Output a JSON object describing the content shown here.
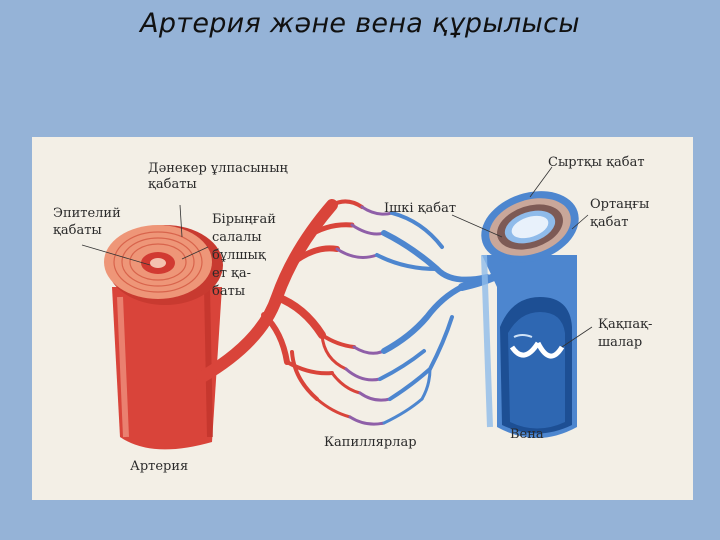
{
  "slide": {
    "title": "Артерия және вена құрылысы"
  },
  "figure": {
    "labels": {
      "connective_1": "Дәнекер ұлпасының",
      "connective_2": "қабаты",
      "epithelial_1": "Эпителий",
      "epithelial_2": "қабаты",
      "smooth_1": "Бірыңғай",
      "smooth_2": "салалы",
      "smooth_3": "бұлшық",
      "smooth_4": "ет қа-",
      "smooth_5": "баты",
      "inner_layer": "Ішкі қабат",
      "outer_layer": "Сыртқы қабат",
      "middle_1": "Ортаңғы",
      "middle_2": "қабат",
      "valves_1": "Қақпақ-",
      "valves_2": "шалар",
      "vein": "Вена",
      "capillaries": "Капиллярлар",
      "artery": "Артерия"
    },
    "colors": {
      "artery_red": "#d9443a",
      "artery_light": "#ef8e7c",
      "vein_blue": "#4d86cf",
      "vein_light": "#8fbbea",
      "background": "#f3efe6"
    }
  }
}
